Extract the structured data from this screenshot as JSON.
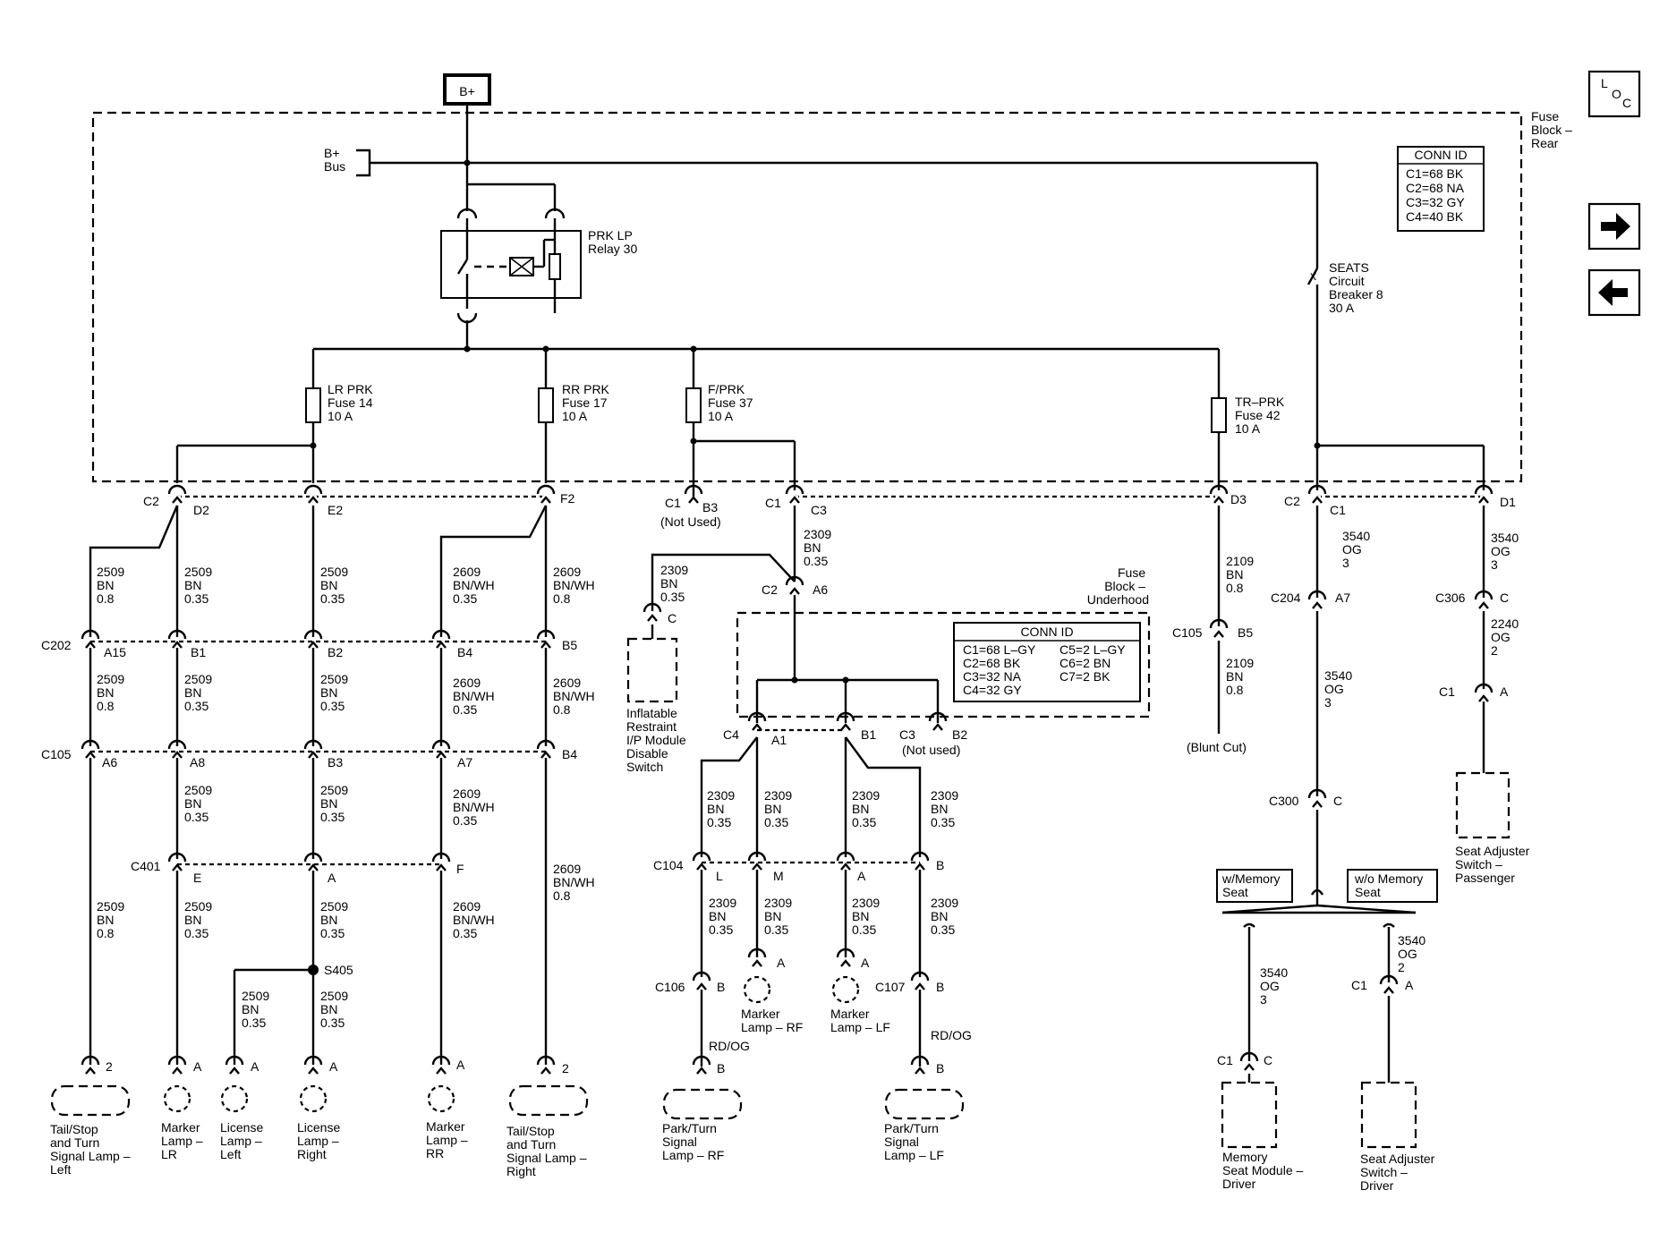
{
  "power_source": "B+",
  "bus_label": [
    "B+",
    "Bus"
  ],
  "fuse_block_rear_label": [
    "Fuse",
    "Block –",
    "Rear"
  ],
  "fuse_block_underhood_label": [
    "Fuse",
    "Block –",
    "Underhood"
  ],
  "relay_label": [
    "PRK LP",
    "Relay 30"
  ],
  "circuit_breaker_label": [
    "SEATS",
    "Circuit",
    "Breaker 8",
    "30 A"
  ],
  "fuses": {
    "lr": [
      "LR PRK",
      "Fuse 14",
      "10 A"
    ],
    "rr": [
      "RR PRK",
      "Fuse 17",
      "10 A"
    ],
    "f": [
      "F/PRK",
      "Fuse 37",
      "10 A"
    ],
    "tr": [
      "TR–PRK",
      "Fuse 42",
      "10 A"
    ]
  },
  "conn_id_rear": {
    "title": "CONN ID",
    "rows": [
      "C1=68 BK",
      "C2=68 NA",
      "C3=32 GY",
      "C4=40 BK"
    ]
  },
  "conn_id_underhood": {
    "title": "CONN ID",
    "col1": [
      "C1=68 L–GY",
      "C2=68 BK",
      "C3=32 NA",
      "C4=32 GY"
    ],
    "col2": [
      "C5=2 L–GY",
      "C6=2 BN",
      "C7=2 BK"
    ]
  },
  "loc_icon_letters": [
    "L",
    "O",
    "C"
  ],
  "connectors": {
    "c2": "C2",
    "d2": "D2",
    "e2": "E2",
    "f2": "F2",
    "c1_b3": "C1",
    "b3": "B3",
    "not_used": "(Not Used)",
    "c1": "C1",
    "c3": "C3",
    "d3": "D3",
    "c2b": "C2",
    "c1b": "C1",
    "d1": "D1",
    "c202": "C202",
    "a15": "A15",
    "b1": "B1",
    "b2": "B2",
    "b4": "B4",
    "b5": "B5",
    "c105": "C105",
    "a6": "A6",
    "a8": "A8",
    "b3b": "B3",
    "a7": "A7",
    "b4b": "B4",
    "c401": "C401",
    "e": "E",
    "a": "A",
    "f": "F",
    "s405": "S405",
    "c2_a6": "C2",
    "a6b": "A6",
    "c_inflatable": "C",
    "c4": "C4",
    "a1": "A1",
    "b1b": "B1",
    "c3b": "C3",
    "b2b": "B2",
    "not_used_lower": "(Not used)",
    "c104": "C104",
    "l": "L",
    "m": "M",
    "a_c104": "A",
    "b_c104": "B",
    "c106": "C106",
    "b_c106": "B",
    "c107": "C107",
    "b_c107": "B",
    "b_park_rf": "B",
    "b_park_lf": "B",
    "a_marker_rf": "A",
    "a_marker_lf": "A",
    "c105b": "C105",
    "b5b": "B5",
    "c204": "C204",
    "a7b": "A7",
    "c300": "C300",
    "c_c300": "C",
    "c306": "C306",
    "c_c306": "C",
    "c1_pass": "C1",
    "a_pass": "A",
    "c1_mem": "C1",
    "c_mem": "C",
    "c1_drv": "C1",
    "a_drv": "A",
    "pin2_left": "2",
    "pin_a_lr": "A",
    "pin_a_ll": "A",
    "pin_a_lrr": "A",
    "pin_a_rr": "A",
    "pin2_right": "2"
  },
  "wires": {
    "w2509_08": [
      "2509",
      "BN",
      "0.8"
    ],
    "w2509_035": [
      "2509",
      "BN",
      "0.35"
    ],
    "w2609_035": [
      "2609",
      "BN/WH",
      "0.35"
    ],
    "w2609_08": [
      "2609",
      "BN/WH",
      "0.8"
    ],
    "w2309_035": [
      "2309",
      "BN",
      "0.35"
    ],
    "w2109_08": [
      "2109",
      "BN",
      "0.8"
    ],
    "w3540_3": [
      "3540",
      "OG",
      "3"
    ],
    "w3540_2": [
      "3540",
      "OG",
      "2"
    ],
    "w2240_2": [
      "2240",
      "OG",
      "2"
    ],
    "rdog": "RD/OG"
  },
  "blunt_cut": "(Blunt Cut)",
  "options": {
    "with_memory": [
      "w/Memory",
      "Seat"
    ],
    "without_memory": [
      "w/o Memory",
      "Seat"
    ]
  },
  "components": {
    "tail_left": [
      "Tail/Stop",
      "and Turn",
      "Signal Lamp –",
      "Left"
    ],
    "marker_lr": [
      "Marker",
      "Lamp –",
      "LR"
    ],
    "license_left": [
      "License",
      "Lamp –",
      "Left"
    ],
    "license_right": [
      "License",
      "Lamp –",
      "Right"
    ],
    "marker_rr": [
      "Marker",
      "Lamp –",
      "RR"
    ],
    "tail_right": [
      "Tail/Stop",
      "and Turn",
      "Signal Lamp –",
      "Right"
    ],
    "inflatable": [
      "Inflatable",
      "Restraint",
      "I/P Module",
      "Disable",
      "Switch"
    ],
    "park_rf": [
      "Park/Turn",
      "Signal",
      "Lamp – RF"
    ],
    "marker_rf": [
      "Marker",
      "Lamp – RF"
    ],
    "marker_lf": [
      "Marker",
      "Lamp – LF"
    ],
    "park_lf": [
      "Park/Turn",
      "Signal",
      "Lamp – LF"
    ],
    "memory_module": [
      "Memory",
      "Seat Module –",
      "Driver"
    ],
    "seat_switch_driver": [
      "Seat Adjuster",
      "Switch –",
      "Driver"
    ],
    "seat_switch_passenger": [
      "Seat Adjuster",
      "Switch –",
      "Passenger"
    ]
  },
  "nav": {
    "next_label": "next page",
    "prev_label": "previous page"
  }
}
